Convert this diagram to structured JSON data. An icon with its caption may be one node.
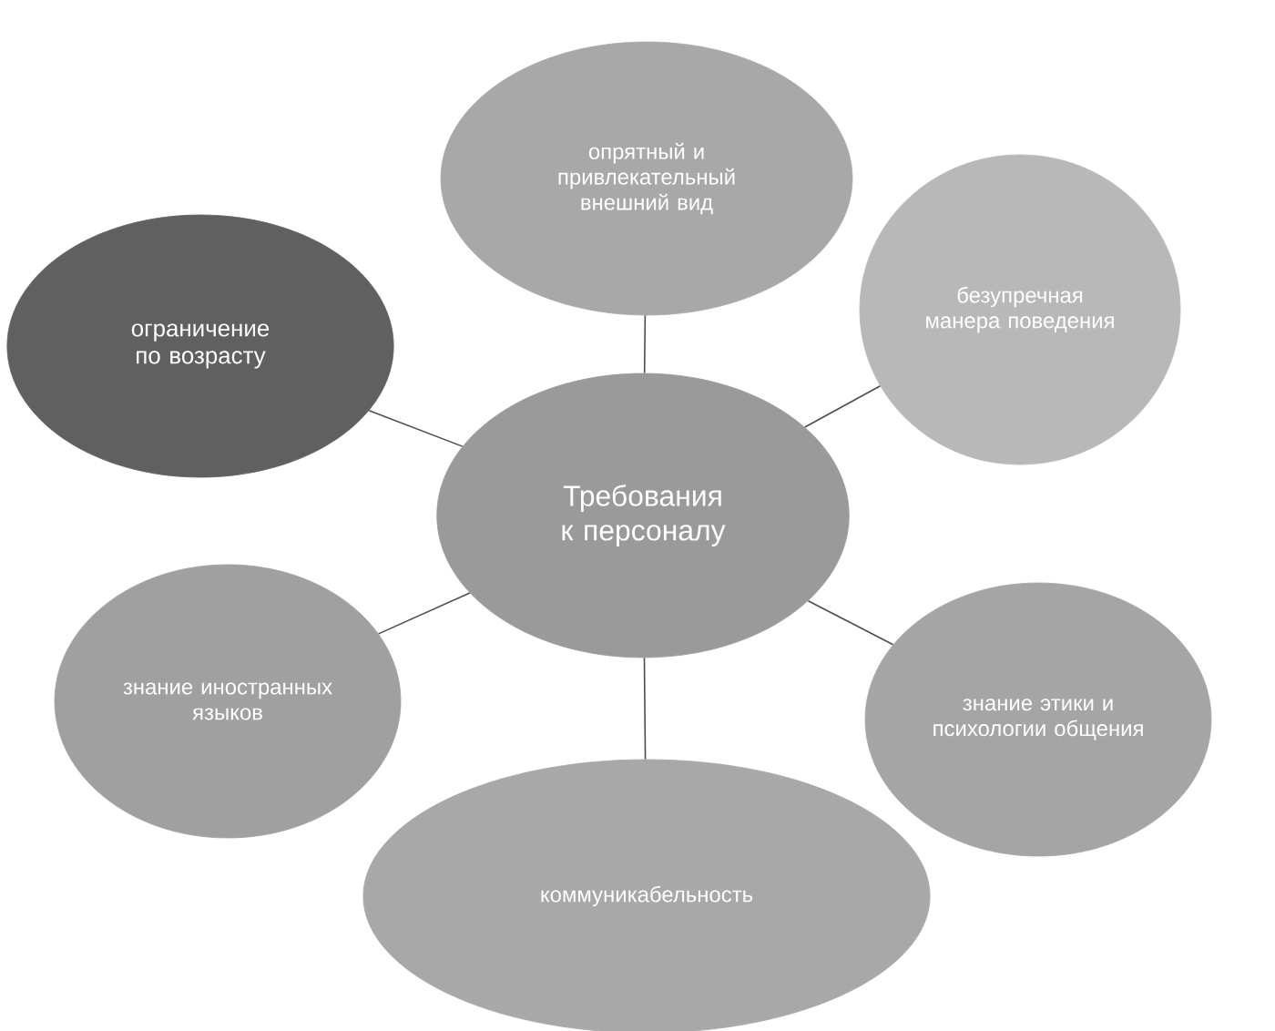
{
  "diagram": {
    "nodes": [
      {
        "text": [
          "опрятный и привлекательный внешний вид"
        ]
      },
      {
        "text": [
          "ограничение по возрасту"
        ]
      },
      {
        "text": [
          "безупречная манера поведения"
        ]
      },
      {
        "text": [
          "Требования к персоналу"
        ]
      },
      {
        "text": [
          "знание иностранных языков"
        ]
      },
      {
        "text": [
          "знание этики и психологии общения"
        ]
      },
      {
        "text": [
          "коммуникабельность"
        ]
      }
    ],
    "edges": [
      {
        "from": 3,
        "to": 0,
        "arrow": "none"
      },
      {
        "from": 3,
        "to": 1,
        "arrow": "none"
      },
      {
        "from": 3,
        "to": 2,
        "arrow": "none"
      },
      {
        "from": 3,
        "to": 4,
        "arrow": "none"
      },
      {
        "from": 3,
        "to": 5,
        "arrow": "none"
      },
      {
        "from": 3,
        "to": 6,
        "arrow": "none"
      }
    ]
  }
}
